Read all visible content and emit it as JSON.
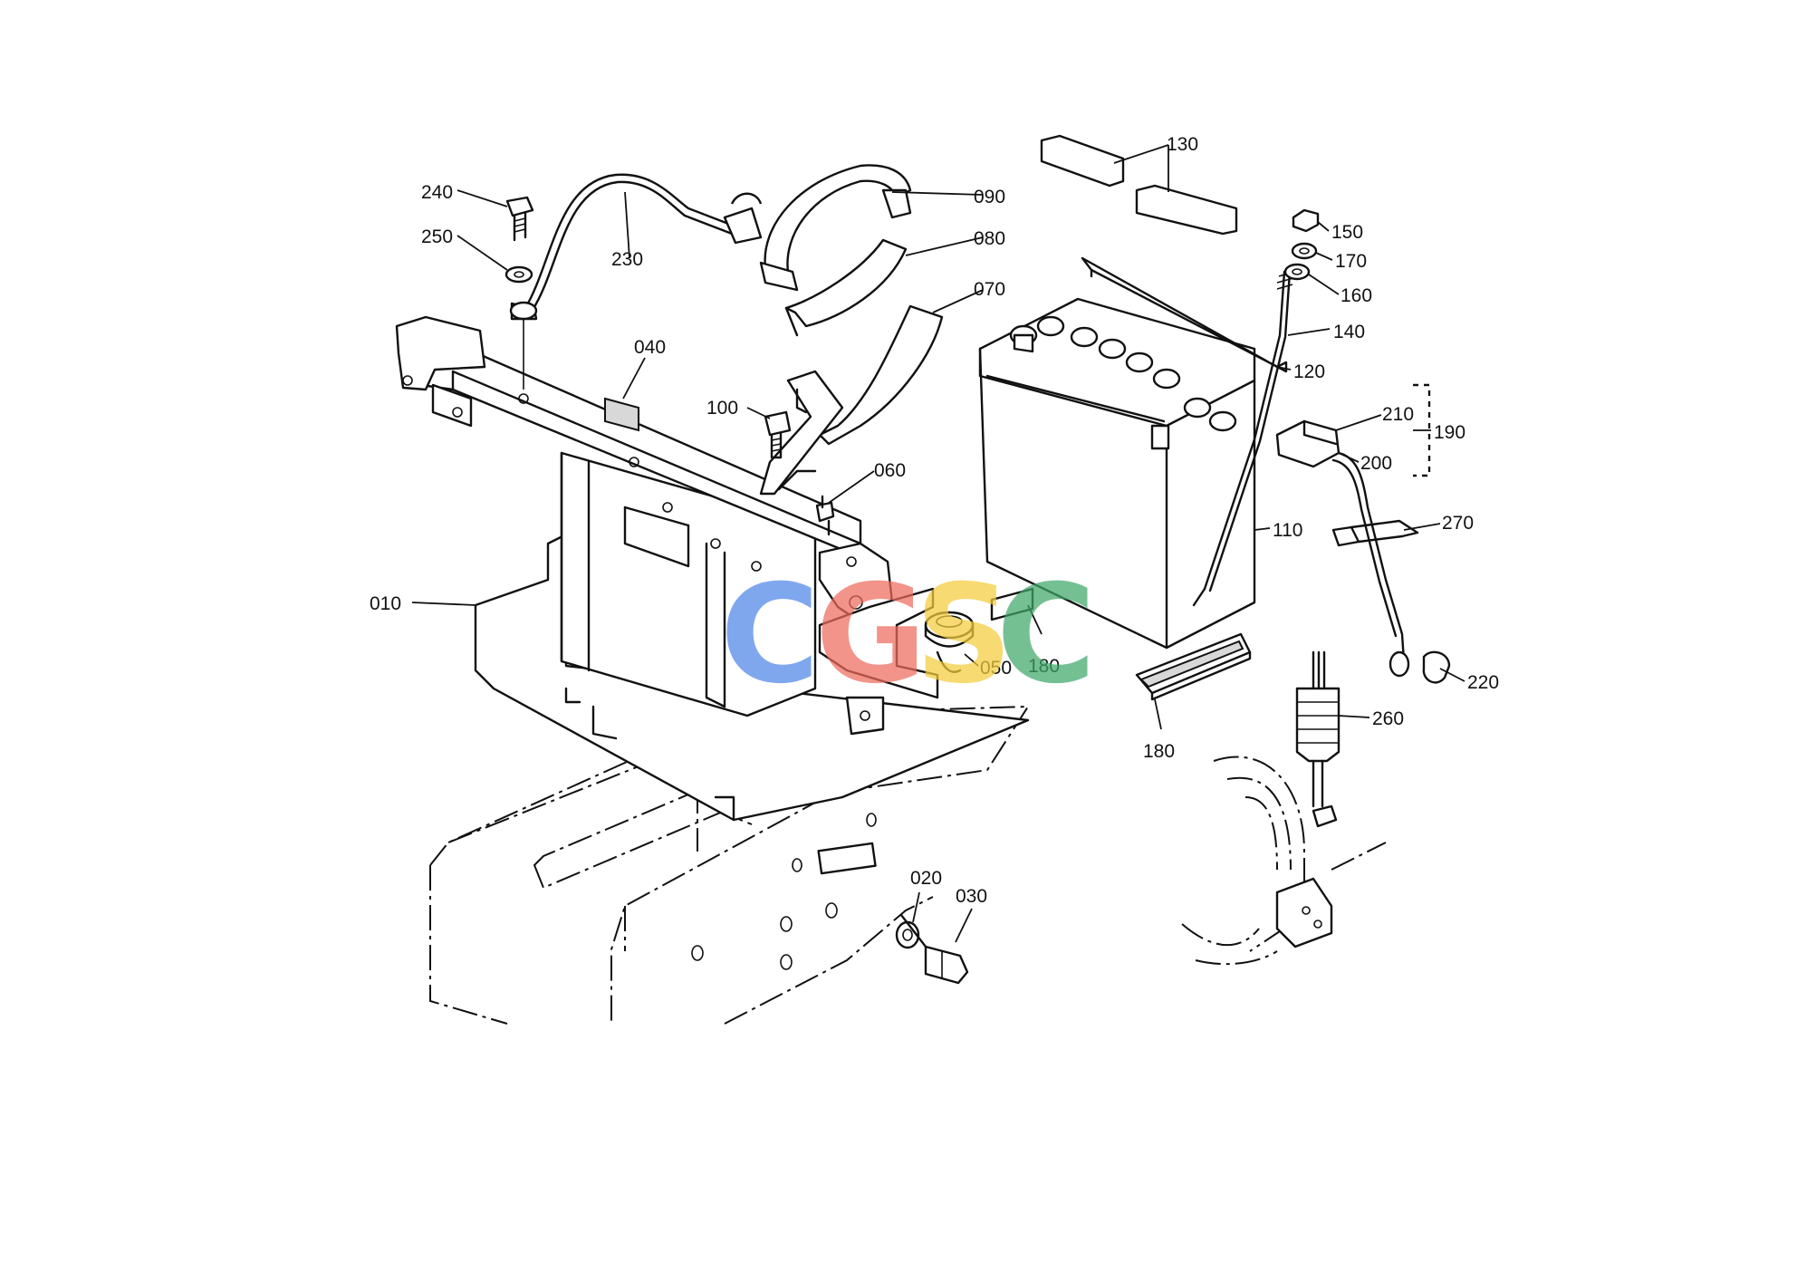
{
  "watermark": {
    "letters": [
      "C",
      "G",
      "S",
      "C"
    ],
    "colors": [
      "#4f86e8",
      "#ee6b5e",
      "#f5cc3c",
      "#3fa86a"
    ]
  },
  "callouts": {
    "p010": "010",
    "p020": "020",
    "p030": "030",
    "p040": "040",
    "p050": "050",
    "p060": "060",
    "p070": "070",
    "p080": "080",
    "p090": "090",
    "p100": "100",
    "p110": "110",
    "p120": "120",
    "p130": "130",
    "p140": "140",
    "p150": "150",
    "p160": "160",
    "p170": "170",
    "p180a": "180",
    "p180b": "180",
    "p190": "190",
    "p200": "200",
    "p210": "210",
    "p220": "220",
    "p230": "230",
    "p240": "240",
    "p250": "250",
    "p260": "260",
    "p270": "270"
  }
}
